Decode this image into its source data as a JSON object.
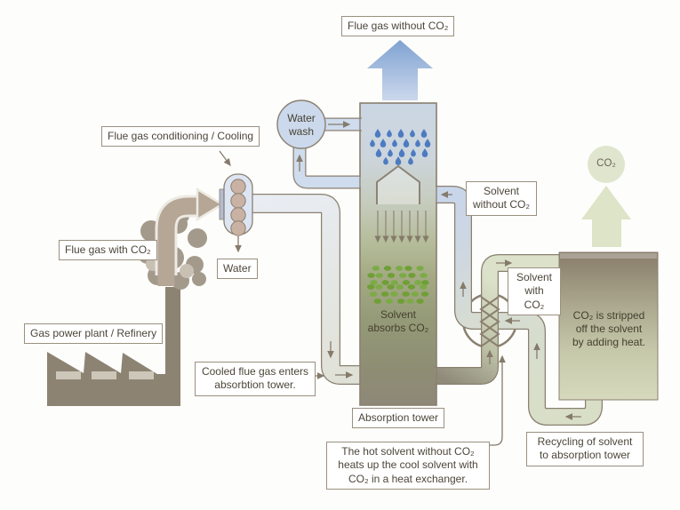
{
  "title": "CO2 capture process diagram",
  "labels": {
    "flue_gas_without_co2": "Flue gas without CO₂",
    "water_wash": "Water\nwash",
    "flue_gas_conditioning": "Flue gas conditioning / Cooling",
    "flue_gas_with_co2": "Flue gas with CO₂",
    "water": "Water",
    "gas_power_plant": "Gas power plant / Refinery",
    "cooled_flue_gas": "Cooled flue gas enters\nabsorbtion tower.",
    "absorption_tower": "Absorption tower",
    "solvent_absorbs_co2": "Solvent\nabsorbs CO₂",
    "solvent_without_co2": "Solvent\nwithout CO₂",
    "solvent_with_co2": "Solvent\nwith CO₂",
    "co2": "CO₂",
    "co2_stripped": "CO₂ is stripped\noff the solvent\nby adding heat.",
    "hot_solvent_note": "The hot solvent without CO₂\nheats up the cool solvent with\nCO₂ in a heat exchanger.",
    "recycling_note": "Recycling of solvent\nto absorption tower"
  },
  "colors": {
    "pipe_border": "#8a8070",
    "label_border": "#9a9080",
    "text": "#4c463a",
    "drop_blue": "#4c7bc1",
    "solvent_green": "#74a439",
    "flue_arrow_blue_dark": "#7fa2d2",
    "flue_arrow_blue_light": "#c9d7eb",
    "co2_arrow_green": "#dde4c7",
    "smoke_dark": "#a39a8c",
    "smoke_light": "#c8c0b3",
    "factory_brown": "#8d8373",
    "flue_gas_tan": "#b5a695",
    "water_blue": "#cfdcee",
    "tower_top_blue": "#ccd7e6",
    "tower_bottom_brown": "#8e8878",
    "stripper_top_brown": "#887c6a",
    "stripper_bottom_green": "#d7d9bd"
  }
}
